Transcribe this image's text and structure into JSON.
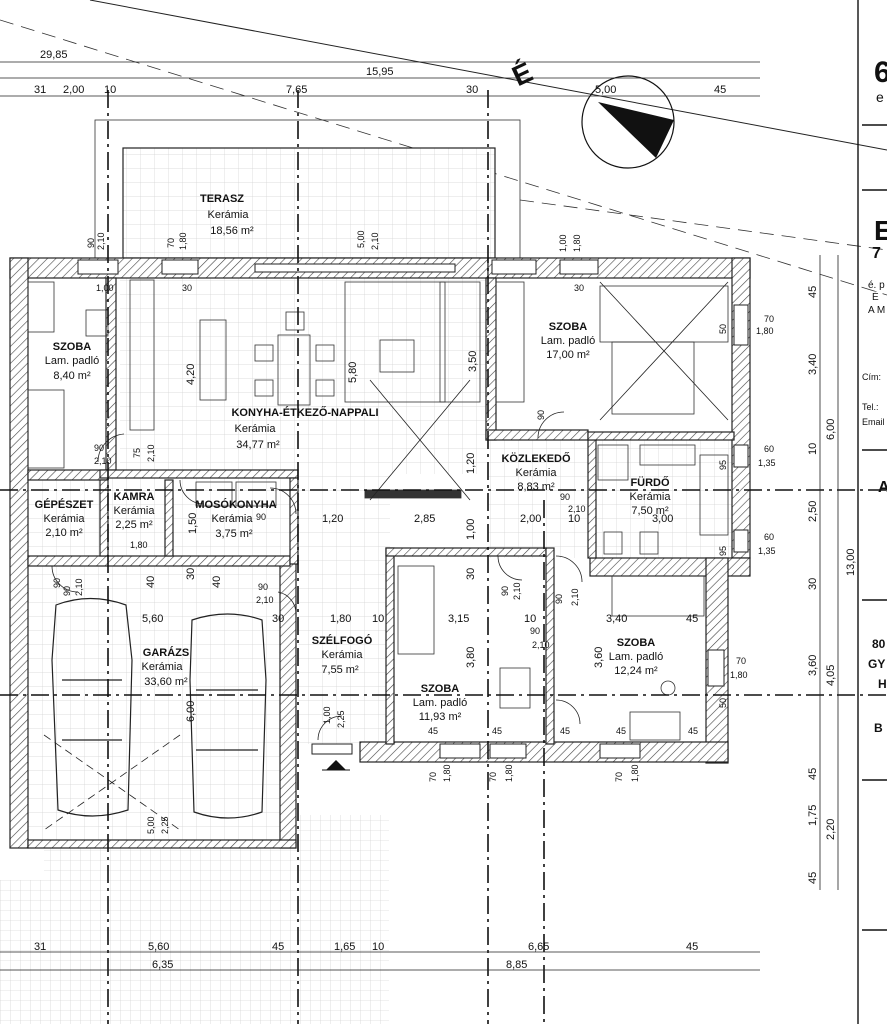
{
  "north": {
    "label": "É"
  },
  "rooms": [
    {
      "id": "terasz",
      "name": "TERASZ",
      "material": "Kerámia",
      "area": "18,56 m²"
    },
    {
      "id": "szoba-left",
      "name": "SZOBA",
      "material": "Lam. padló",
      "area": "8,40 m²"
    },
    {
      "id": "konyha",
      "name": "KONYHA-ÉTKEZŐ-NAPPALI",
      "material": "Kerámia",
      "area": "34,77 m²"
    },
    {
      "id": "szoba-bed",
      "name": "SZOBA",
      "material": "Lam. padló",
      "area": "17,00 m²"
    },
    {
      "id": "kozlekedo",
      "name": "KÖZLEKEDŐ",
      "material": "Kerámia",
      "area": "8,83 m²"
    },
    {
      "id": "furdo",
      "name": "FÜRDŐ",
      "material": "Kerámia",
      "area": "7,50 m²"
    },
    {
      "id": "gepeszet",
      "name": "GÉPÉSZET",
      "material": "Kerámia",
      "area": "2,10 m²"
    },
    {
      "id": "kamra",
      "name": "KAMRA",
      "material": "Kerámia",
      "area": "2,25 m²"
    },
    {
      "id": "mosokonyha",
      "name": "MOSÓKONYHA",
      "material": "Kerámia",
      "area": "3,75 m²"
    },
    {
      "id": "garazs",
      "name": "GARÁZS",
      "material": "Kerámia",
      "area": "33,60 m²"
    },
    {
      "id": "szelfogo",
      "name": "SZÉLFOGÓ",
      "material": "Kerámia",
      "area": "7,55 m²"
    },
    {
      "id": "szoba-mid",
      "name": "SZOBA",
      "material": "Lam. padló",
      "area": "11,93 m²"
    },
    {
      "id": "szoba-right",
      "name": "SZOBA",
      "material": "Lam. padló",
      "area": "12,24 m²"
    }
  ],
  "dims": {
    "top_overall": "29,85",
    "top_total": "15,95",
    "top_a": "31",
    "top_b": "2,00",
    "top_c": "10",
    "top_d": "7,65",
    "top_e": "30",
    "top_f": "5,00",
    "top_g": "45",
    "bot_a": "31",
    "bot_b": "5,60",
    "bot_c": "45",
    "bot_d": "1,65",
    "bot_e": "10",
    "bot_f": "6,65",
    "bot_g": "45",
    "bot_total_a": "6,35",
    "bot_total_b": "8,85",
    "right_a": "45",
    "right_b": "3,40",
    "right_c": "10",
    "right_d": "6,00",
    "right_e": "2,50",
    "right_f": "13,00",
    "right_g": "30",
    "right_h": "3,60",
    "right_i": "4,05",
    "right_j": "45",
    "right_k": "1,75",
    "right_l": "2,20",
    "right_m": "45",
    "int_420": "4,20",
    "int_580": "5,80",
    "int_350": "3,50",
    "int_120": "1,20",
    "int_100": "1,00",
    "int_150": "1,50",
    "int_120b": "1,20",
    "int_285": "2,85",
    "int_200": "2,00",
    "int_10": "10",
    "int_300": "3,00",
    "int_560": "5,60",
    "int_30": "30",
    "int_180": "1,80",
    "int_10b": "10",
    "int_315": "3,15",
    "int_10c": "10",
    "int_340": "3,40",
    "int_45": "45",
    "int_380": "3,80",
    "int_360": "3,60",
    "int_600": "6,00",
    "int_30b": "30",
    "int_40a": "40",
    "int_40b": "40",
    "int_30c": "30"
  },
  "openings": {
    "o1_w": "90",
    "o1_h": "2,10",
    "o2_w": "70",
    "o2_h": "1,80",
    "o3_w": "5,00",
    "o3_h": "2,10",
    "o4_w": "1,00",
    "o4_h": "1,80",
    "o5": "1,00",
    "o6": "30",
    "o7_w": "90",
    "o7_h": "2,10",
    "o8_w": "75",
    "o8_h": "2,10",
    "o9_w": "70",
    "o9_h": "1,80",
    "o10": "50",
    "o11_w": "60",
    "o11_h": "1,35",
    "o12_w": "60",
    "o12_h": "1,35",
    "o13": "95",
    "o14": "90",
    "o15_w": "90",
    "o15_h": "2,10",
    "o16": "1,80",
    "o17_w": "90",
    "o17_h": "2,10",
    "o18_w": "90",
    "o18_h": "2,10",
    "o19_w": "90",
    "o19_h": "2,10",
    "o20_w": "90",
    "o20_h": "2,10",
    "o21_w": "70",
    "o21_h": "1,80",
    "o22_w": "1,00",
    "o22_h": "2,25",
    "o23_w": "5,00",
    "o23_h": "2,25",
    "o24_w": "70",
    "o24_h": "1,80",
    "o25_w": "70",
    "o25_h": "1,80",
    "o26_w": "70",
    "o26_h": "1,80",
    "o27_w": "90",
    "o27_h": "2,10",
    "o28": "50",
    "o29": "45",
    "o30": "45",
    "o31": "45",
    "o32": "45",
    "o33": "45",
    "o34": "90",
    "o35": "90"
  },
  "titleblock": {
    "t1": "6",
    "t2": "e",
    "t3": "E",
    "t4": "7",
    "t5": "é. p",
    "t6": "É",
    "t7": "A M",
    "t8": "Cím:",
    "t9": "Tel.:",
    "t10": "Email",
    "t11": "A",
    "t12": "80",
    "t13": "GY",
    "t14": "H",
    "t15": "B"
  }
}
